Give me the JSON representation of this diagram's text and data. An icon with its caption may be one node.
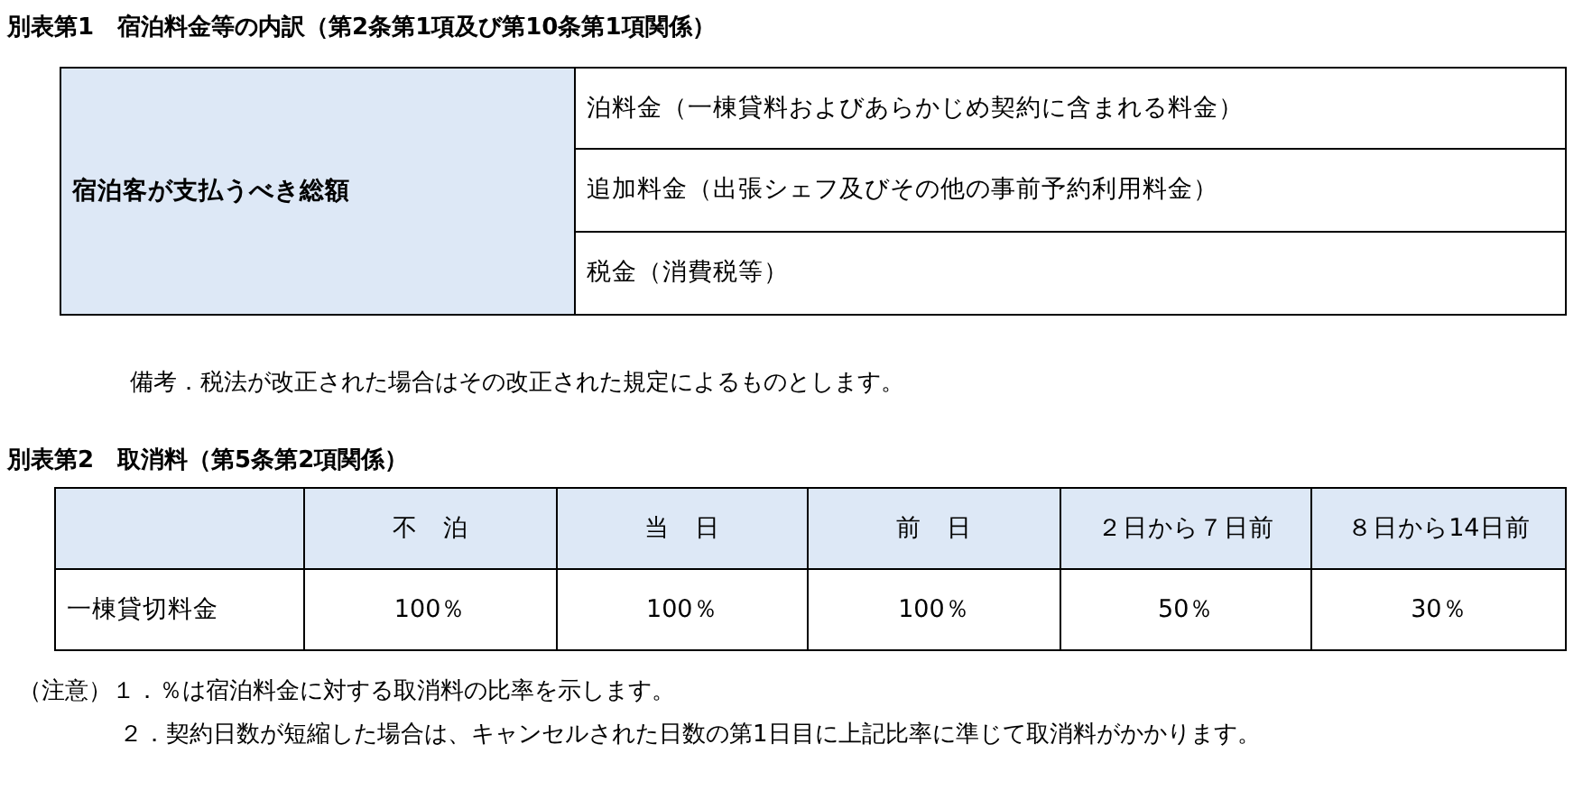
{
  "diagram": {
    "labels": [
      "別表第1　宿泊料金等の内訳（第2条第1項及び第10条第1項関係）",
      "宿泊客が支払うべき総額",
      "泊料金（一棟貸料およびあらかじめ契約に含まれる料金）",
      "追加料金（出張シェフ及びその他の事前予約利用料金）",
      "税金（消費税等）",
      "備考．税法が改正された場合はその改正された規定によるものとします。",
      "別表第2　取消料（第5条第2項関係）",
      "不　泊",
      "当　日",
      "前　日",
      "２日から７日前",
      "８日から14日前",
      "一棟貸切料金",
      "100％",
      "100％",
      "100％",
      "50％",
      "30％",
      "（注意）１．％は宿泊料金に対する取消料の比率を示します。",
      "２．契約日数が短縮した場合は、キャンセルされた日数の第1日目に上記比率に準じて取消料がかかります。"
    ]
  }
}
